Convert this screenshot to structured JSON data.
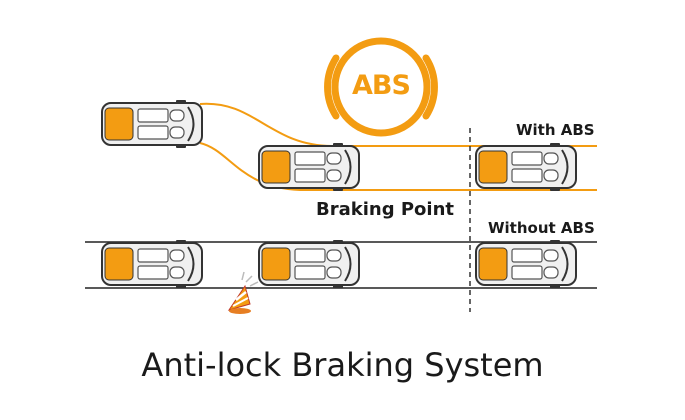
{
  "abs_symbol": {
    "text": "ABS",
    "color": "#f39c12"
  },
  "labels": {
    "with_abs": "With ABS",
    "without_abs": "Without ABS",
    "braking_point": "Braking Point"
  },
  "caption": "Anti-lock Braking System",
  "colors": {
    "accent": "#f39c12",
    "lane_line": "#222222",
    "car_body": "#f0f0f0",
    "car_outline": "#333333"
  }
}
